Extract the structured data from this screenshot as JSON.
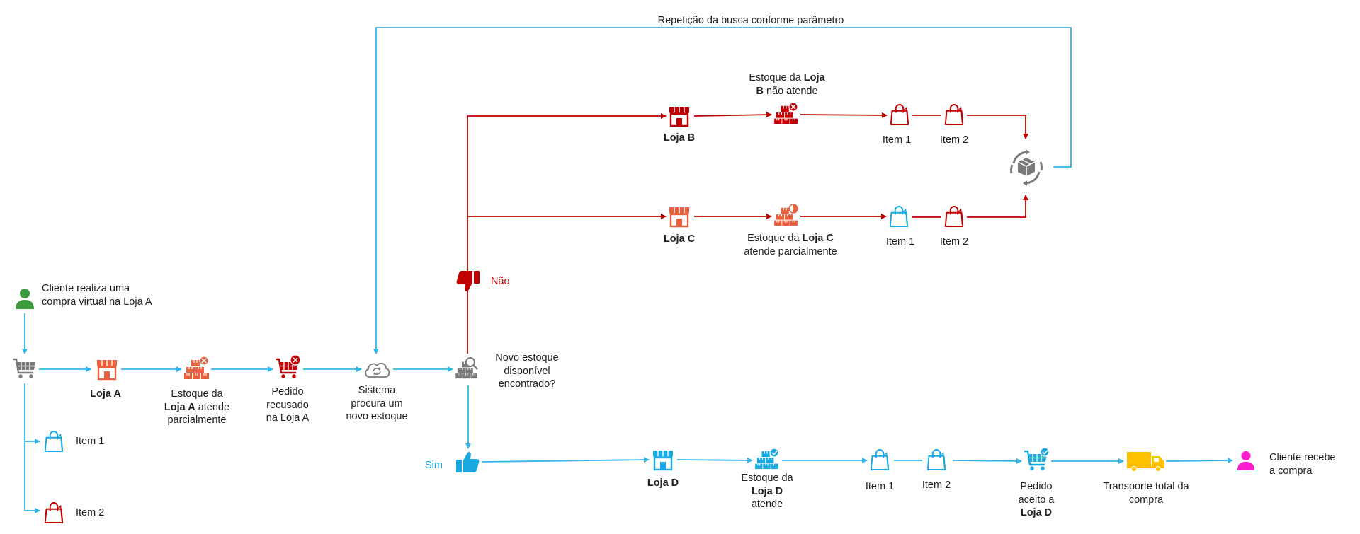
{
  "colors": {
    "blue": "#35b4e8",
    "red": "#c00000",
    "orange": "#e8603c",
    "gray": "#7a7a7a",
    "green": "#3c9b3c",
    "magenta": "#ff1fd0",
    "yellow": "#ffc000"
  },
  "top_loop": {
    "label": "Repetição da busca conforme parâmetro"
  },
  "start": {
    "text_1": "Cliente realiza uma",
    "text_2": "compra virtual na Loja A"
  },
  "branch_items": [
    {
      "label": "Item 1"
    },
    {
      "label": "Item 2"
    }
  ],
  "loja_a": {
    "name": "Loja A"
  },
  "estoque_a": {
    "l1": "Estoque da",
    "l2b": "Loja A",
    "l2r": " atende",
    "l3": "parcialmente"
  },
  "pedido_recusado": {
    "l1": "Pedido",
    "l2": "recusado",
    "l3": "na Loja A"
  },
  "sistema": {
    "l1": "Sistema",
    "l2": "procura um",
    "l3": "novo estoque"
  },
  "decision": {
    "l1": "Novo estoque",
    "l2": "disponível",
    "l3": "encontrado?"
  },
  "no_label": "Não",
  "yes_label": "Sim",
  "loja_b": {
    "name": "Loja B"
  },
  "estoque_b": {
    "l1r": "Estoque da ",
    "l1b": "Loja",
    "l2b": "B",
    "l2r": " não atende"
  },
  "row_b_items": [
    {
      "label": "Item 1"
    },
    {
      "label": "Item 2"
    }
  ],
  "loja_c": {
    "name": "Loja C"
  },
  "estoque_c": {
    "l1r": "Estoque da ",
    "l1b": "Loja C",
    "l2": "atende parcialmente"
  },
  "row_c_items": [
    {
      "label": "Item 1"
    },
    {
      "label": "Item 2"
    }
  ],
  "loja_d": {
    "name": "Loja D"
  },
  "estoque_d": {
    "l1": "Estoque da",
    "l2b": "Loja D",
    "l3": "atende"
  },
  "row_d_items": [
    {
      "label": "Item 1"
    },
    {
      "label": "Item 2"
    }
  ],
  "pedido_aceito": {
    "l1": "Pedido",
    "l2": "aceito a",
    "l3b": "Loja D"
  },
  "transporte": {
    "l1": "Transporte  total da",
    "l2": "compra"
  },
  "end": {
    "l1": "Cliente recebe",
    "l2": "a compra"
  },
  "icons": {
    "start": "person-icon",
    "cart": "cart-icon",
    "store": "store-icon",
    "boxes_x": "boxes-x-icon",
    "boxes_half": "boxes-half-icon",
    "boxes_check": "boxes-check-icon",
    "cart_x": "cart-x-icon",
    "cart_check": "cart-check-icon",
    "cloud": "cloud-sync-icon",
    "search": "boxes-search-icon",
    "thumbs_down": "thumbs-down-icon",
    "thumbs_up": "thumbs-up-icon",
    "bag": "shopping-bag-icon",
    "recycle": "box-recycle-icon",
    "truck": "truck-icon",
    "end": "person-icon"
  }
}
